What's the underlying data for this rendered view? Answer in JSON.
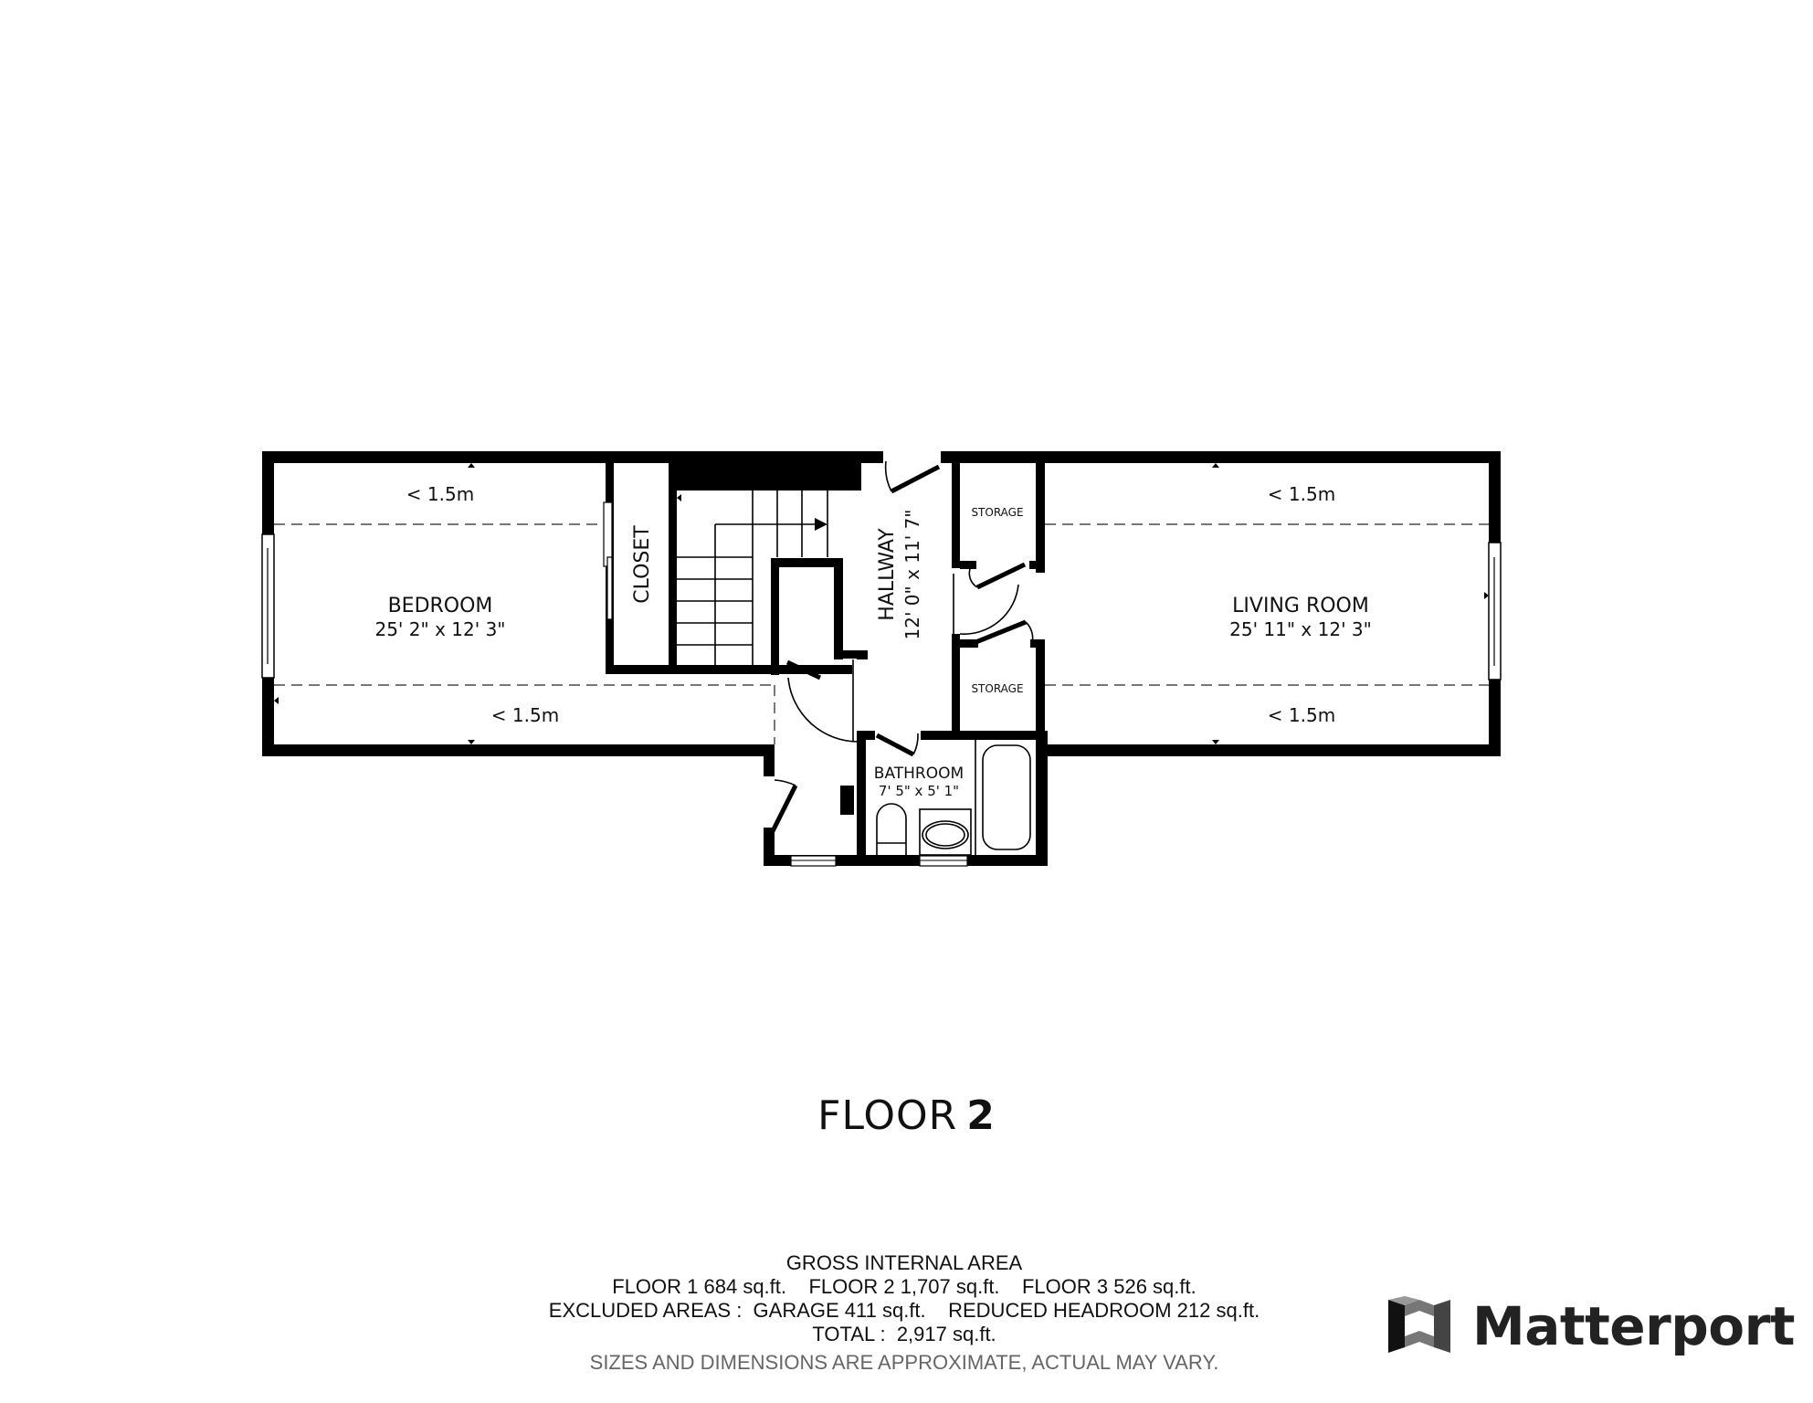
{
  "floorplan": {
    "rooms": [
      {
        "id": "bedroom",
        "name": "BEDROOM",
        "dimensions": "25' 2\" x 12' 3\""
      },
      {
        "id": "living_room",
        "name": "LIVING ROOM",
        "dimensions": "25' 11\" x 12' 3\""
      },
      {
        "id": "hallway",
        "name": "HALLWAY",
        "dimensions": "12' 0\" x 11' 7\""
      },
      {
        "id": "bathroom",
        "name": "BATHROOM",
        "dimensions": "7' 5\" x 5' 1\""
      },
      {
        "id": "closet",
        "name": "CLOSET",
        "dimensions": ""
      },
      {
        "id": "storage_upper",
        "name": "STORAGE",
        "dimensions": ""
      },
      {
        "id": "storage_lower",
        "name": "STORAGE",
        "dimensions": ""
      }
    ],
    "headroom_labels": {
      "bedroom_top": "< 1.5m",
      "bedroom_bottom": "< 1.5m",
      "living_top": "< 1.5m",
      "living_bottom": "< 1.5m"
    }
  },
  "floor_title": {
    "label": "FLOOR",
    "number": "2"
  },
  "area_summary": {
    "heading": "GROSS INTERNAL AREA",
    "floors_line": "FLOOR 1 684 sq.ft.    FLOOR 2 1,707 sq.ft.    FLOOR 3 526 sq.ft.",
    "excluded_line": "EXCLUDED AREAS :  GARAGE 411 sq.ft.    REDUCED HEADROOM 212 sq.ft.",
    "total_line": "TOTAL :  2,917 sq.ft.",
    "disclaimer": "SIZES AND DIMENSIONS ARE APPROXIMATE, ACTUAL MAY VARY."
  },
  "brand": {
    "name": "Matterport",
    "icon": "matterport-logo-icon"
  }
}
